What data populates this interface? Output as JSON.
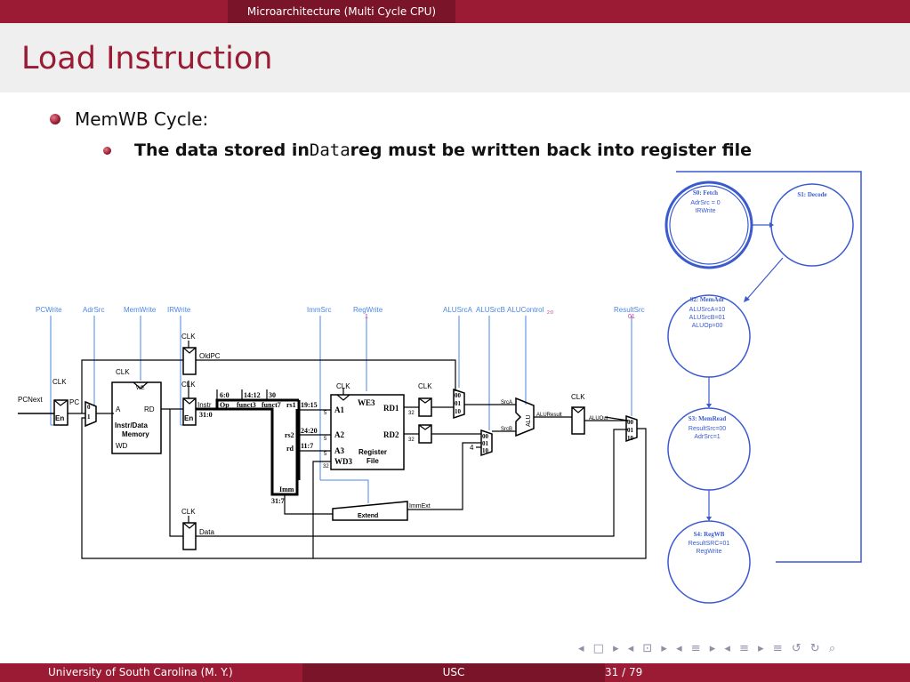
{
  "header": {
    "section": "Microarchitecture (Multi Cycle CPU)"
  },
  "slide": {
    "title": "Load Instruction",
    "bullet1": "MemWB Cycle:",
    "bullet2_pre": "The data stored in ",
    "bullet2_code": "Data",
    "bullet2_post": " reg must be written back into register file"
  },
  "datapath": {
    "controls": [
      "PCWrite",
      "AdrSrc",
      "MemWrite",
      "IRWrite",
      "ImmSrc",
      "RegWrite",
      "ALUSrcA",
      "ALUSrcB",
      "ALUControl",
      "ResultSrc"
    ],
    "control_values": {
      "regwrite": "1",
      "resultsrc": "01",
      "alucontrol_sub": "2:0"
    },
    "clk": "CLK",
    "signals": [
      "PCNext",
      "PC",
      "En",
      "OldPC",
      "Instr",
      "Data",
      "SrcA",
      "SrcB",
      "ALUResult",
      "ALUOut",
      "ImmExt"
    ],
    "memory": {
      "we": "WE",
      "a": "A",
      "rd": "RD",
      "name1": "Instr/Data",
      "name2": "Memory",
      "wd": "WD"
    },
    "regfile": {
      "we3": "WE3",
      "a1": "A1",
      "a2": "A2",
      "a3": "A3",
      "wd3": "WD3",
      "rd1": "RD1",
      "rd2": "RD2",
      "name1": "Register",
      "name2": "File"
    },
    "instr_fields": [
      "6:0",
      "14:12",
      "30",
      "Op",
      "funct3",
      "funct7",
      "rs1",
      "19:15",
      "31:0",
      "rs2",
      "24:20",
      "rd",
      "11:7",
      "Imm",
      "31:7"
    ],
    "bus_widths": [
      "5",
      "5",
      "5",
      "32",
      "32",
      "32"
    ],
    "mux_inputs": [
      "0",
      "1",
      "00",
      "01",
      "10",
      "4"
    ],
    "alu": "ALU",
    "extend": "Extend"
  },
  "fsm": {
    "states": [
      {
        "name": "S0: Fetch",
        "lines": [
          "AdrSrc = 0",
          "IRWrite"
        ]
      },
      {
        "name": "S1: Decode",
        "lines": []
      },
      {
        "name": "S2: MemAdr",
        "lines": [
          "ALUSrcA=10",
          "ALUSrcB=01",
          "ALUOp=00"
        ]
      },
      {
        "name": "S3: MemRead",
        "lines": [
          "ResultSrc=00",
          "AdrSrc=1"
        ]
      },
      {
        "name": "S4: RegWB",
        "lines": [
          "ResultSRC=01",
          "RegWrite"
        ]
      }
    ]
  },
  "footer": {
    "left": "University of South Carolina  (M. Y.)",
    "center": "USC",
    "page": "31 / 79"
  },
  "nav": {
    "symbols": "◂ □ ▸ ◂ ⊡ ▸ ◂ ≡ ▸ ◂ ≡ ▸   ≡   ↺ ↻ ⌕"
  },
  "colors": {
    "accent": "#9a1b33",
    "control": "#2f6fd6",
    "active_value": "#cc3399"
  }
}
